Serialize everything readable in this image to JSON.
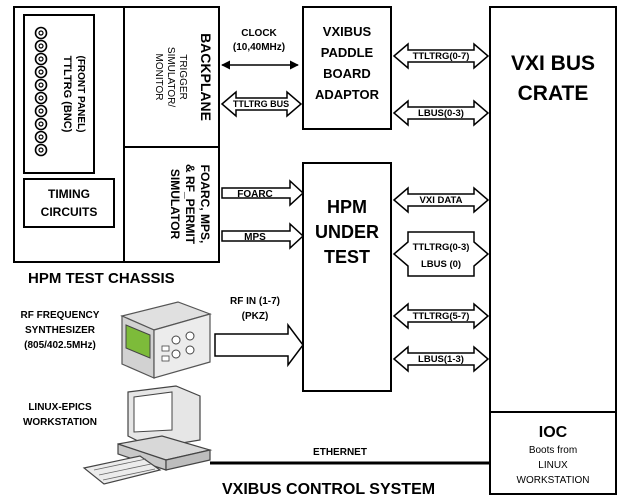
{
  "chassis": {
    "ttltrg_bnc_line1": "TTLTRG (BNC)",
    "ttltrg_bnc_line2": "(FRONT PANEL)",
    "timing_line1": "TIMING",
    "timing_line2": "CIRCUITS",
    "backplane_title": "BACKPLANE",
    "backplane_line1": "TRIGGER",
    "backplane_line2": "SIMULATOR/",
    "backplane_line3": "MONITOR",
    "foarc_line1": "FOARC, MPS,",
    "foarc_line2": "& RF_PERMIT",
    "foarc_line3": "SIMULATOR",
    "label": "HPM TEST CHASSIS"
  },
  "arrows": {
    "clock_line1": "CLOCK",
    "clock_line2": "(10,40MHz)",
    "ttltrg_bus": "TTLTRG BUS",
    "foarc": "FOARC",
    "mps": "MPS",
    "rf_in_line1": "RF IN (1-7)",
    "rf_in_line2": "(PKZ)",
    "ttltrg_07": "TTLTRG(0-7)",
    "lbus_03": "LBUS(0-3)",
    "vxi_data": "VXI DATA",
    "ttltrg_03": "TTLTRG(0-3)",
    "lbus_0": "LBUS (0)",
    "ttltrg_57": "TTLTRG(5-7)",
    "lbus_13": "LBUS(1-3)",
    "ethernet": "ETHERNET"
  },
  "adaptor": {
    "line1": "VXIBUS",
    "line2": "PADDLE",
    "line3": "BOARD",
    "line4": "ADAPTOR"
  },
  "hpm": {
    "line1": "HPM",
    "line2": "UNDER",
    "line3": "TEST"
  },
  "crate": {
    "line1": "VXI BUS",
    "line2": "CRATE"
  },
  "ioc": {
    "title": "IOC",
    "line1": "Boots from",
    "line2": "LINUX",
    "line3": "WORKSTATION"
  },
  "synth": {
    "line1": "RF FREQUENCY",
    "line2": "SYNTHESIZER",
    "line3": "(805/402.5MHz)"
  },
  "workstation": {
    "line1": "LINUX-EPICS",
    "line2": "WORKSTATION"
  },
  "system_title": "VXIBUS CONTROL SYSTEM"
}
